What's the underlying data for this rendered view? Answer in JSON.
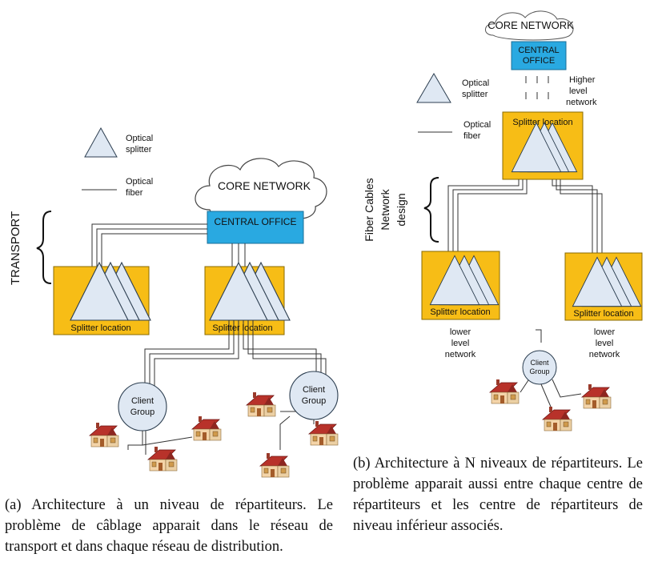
{
  "panel_a": {
    "legend": {
      "splitter_line1": "Optical",
      "splitter_line2": "splitter",
      "fiber_line1": "Optical",
      "fiber_line2": "fiber"
    },
    "core_network": "CORE NETWORK",
    "central_office": "CENTRAL OFFICE",
    "transport_label": "TRANSPORT",
    "splitter_location_left": "Splitter location",
    "splitter_location_right": "Splitter location",
    "client_group_1_line1": "Client",
    "client_group_1_line2": "Group",
    "client_group_2_line1": "Client",
    "client_group_2_line2": "Group",
    "caption": "(a) Architecture à un niveau de répartiteurs. Le problème de câblage apparait dans le réseau de transport et dans chaque réseau de distribution."
  },
  "panel_b": {
    "core_network": "CORE NETWORK",
    "central_office_line1": "CENTRAL",
    "central_office_line2": "OFFICE",
    "legend": {
      "splitter_line1": "Optical",
      "splitter_line2": "splitter",
      "fiber_line1": "Optical",
      "fiber_line2": "fiber"
    },
    "higher_line1": "Higher",
    "higher_line2": "level",
    "higher_line3": "network",
    "splitter_location_top": "Splitter location",
    "splitter_location_left": "Splitter location",
    "splitter_location_right": "Splitter location",
    "side_label_line1": "Fiber Cables",
    "side_label_line2": "Network",
    "side_label_line3": "design",
    "lower_left_line1": "lower",
    "lower_left_line2": "level",
    "lower_left_line3": "network",
    "lower_right_line1": "lower",
    "lower_right_line2": "level",
    "lower_right_line3": "network",
    "client_group_line1": "Client",
    "client_group_line2": "Group",
    "caption": "(b) Architecture à N niveaux de répartiteurs. Le problème apparait aussi entre chaque centre de répartiteurs et les centre de répartiteurs de niveau inférieur associés."
  },
  "colors": {
    "splitter_box": "#f7bd16",
    "central_office": "#29a9e1",
    "splitter_fill": "#dfe8f3",
    "roof": "#b8322a"
  }
}
